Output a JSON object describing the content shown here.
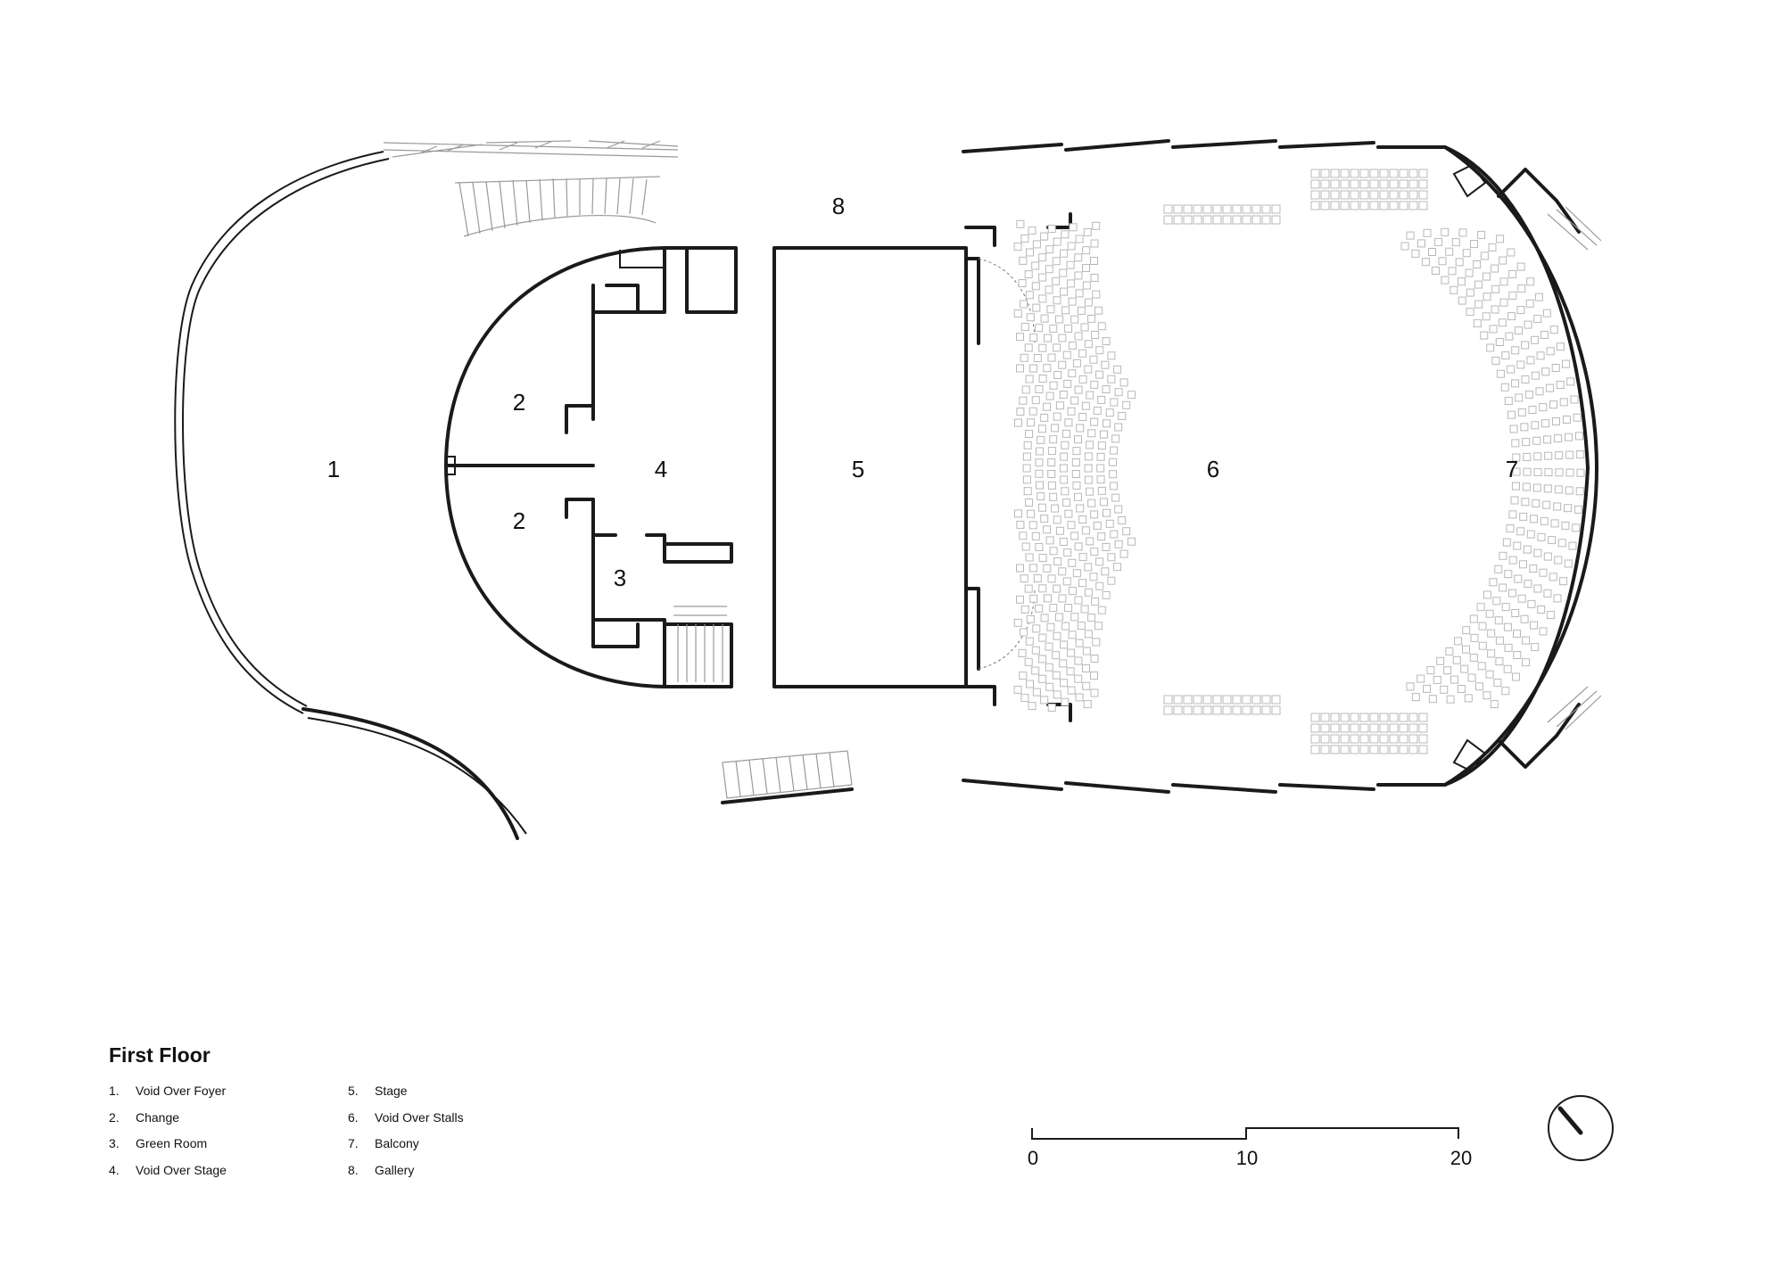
{
  "drawing": {
    "title": "First Floor",
    "room_numbers": [
      "1",
      "2",
      "2",
      "3",
      "4",
      "5",
      "6",
      "7",
      "8"
    ]
  },
  "legend": {
    "col1": [
      {
        "num": "1.",
        "label": "Void Over Foyer"
      },
      {
        "num": "2.",
        "label": "Change"
      },
      {
        "num": "3.",
        "label": "Green Room"
      },
      {
        "num": "4.",
        "label": "Void Over Stage"
      }
    ],
    "col2": [
      {
        "num": "5.",
        "label": "Stage"
      },
      {
        "num": "6.",
        "label": "Void Over Stalls"
      },
      {
        "num": "7.",
        "label": "Balcony"
      },
      {
        "num": "8.",
        "label": "Gallery"
      }
    ]
  },
  "scale_bar": {
    "labels": [
      "0",
      "10",
      "20"
    ]
  },
  "north_arrow": {
    "icon": "north-arrow-icon"
  }
}
